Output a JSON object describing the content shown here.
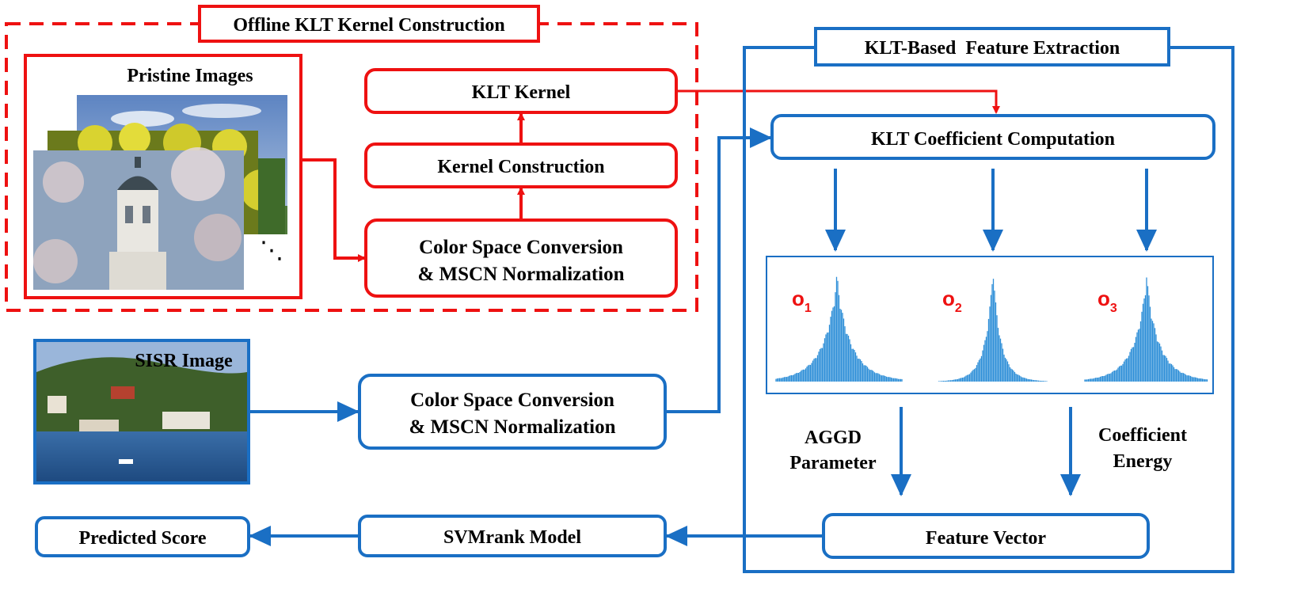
{
  "colors": {
    "red": "#ee1111",
    "blue": "#1a6fc4",
    "hist": "#2f8fd8",
    "text": "#000000",
    "sky": "#7d9ec8"
  },
  "offline": {
    "title": "Offline KLT Kernel Construction",
    "pristine_title": "Pristine Images",
    "ellipsis": "⋱",
    "klt_kernel": "KLT Kernel",
    "kernel_construction": "Kernel Construction",
    "color_conversion_line1": "Color Space Conversion",
    "color_conversion_line2": "& MSCN Normalization"
  },
  "feature_extraction": {
    "title": "KLT-Based  Feature Extraction",
    "coefficient_computation": "KLT Coefficient Computation",
    "histograms": [
      {
        "symbol": "o",
        "subscript": "1"
      },
      {
        "symbol": "o",
        "subscript": "2"
      },
      {
        "symbol": "o",
        "subscript": "3"
      }
    ],
    "aggd_line1": "AGGD",
    "aggd_line2": "Parameter",
    "energy_line1": "Coefficient",
    "energy_line2": "Energy",
    "feature_vector": "Feature Vector"
  },
  "online": {
    "sisr_title": "SISR Image",
    "color_conversion_line1": "Color Space Conversion",
    "color_conversion_line2": "& MSCN Normalization",
    "svm_model": "SVMrank Model",
    "predicted_score": "Predicted Score"
  }
}
